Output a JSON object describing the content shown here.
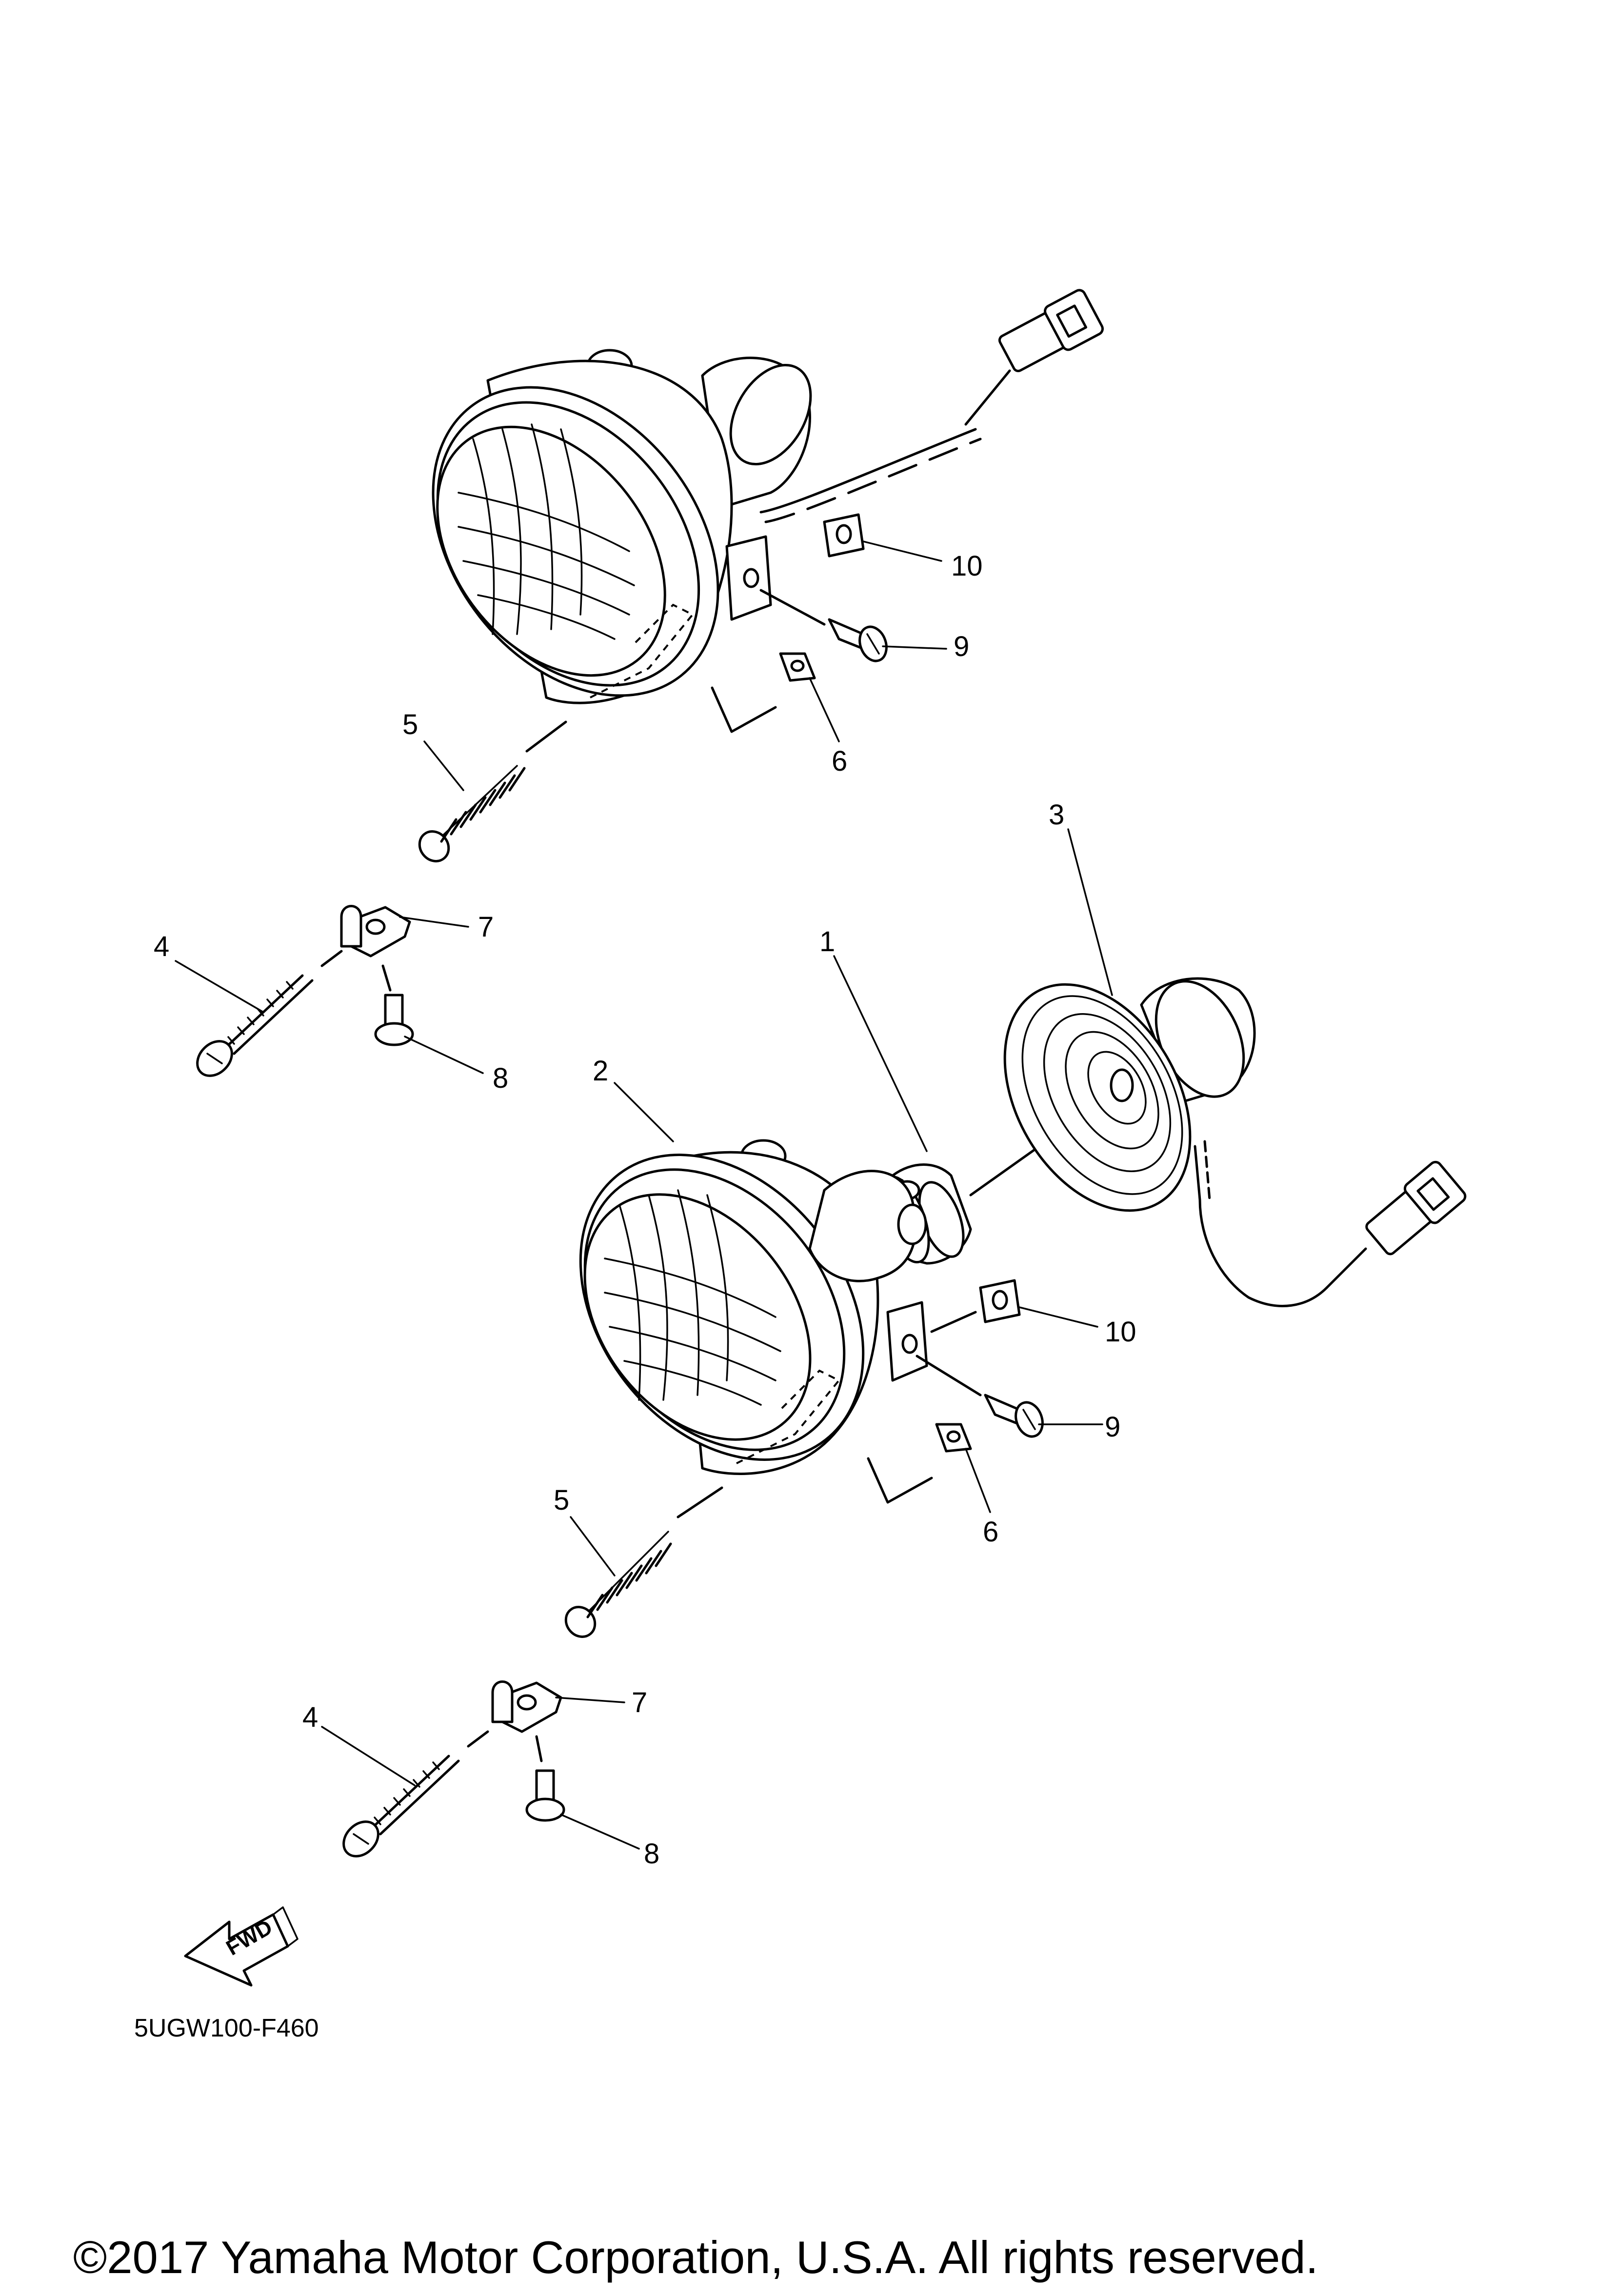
{
  "callouts": {
    "c1": "1",
    "c2": "2",
    "c3": "3",
    "c4a": "4",
    "c4b": "4",
    "c5a": "5",
    "c5b": "5",
    "c6a": "6",
    "c6b": "6",
    "c7a": "7",
    "c7b": "7",
    "c8a": "8",
    "c8b": "8",
    "c9a": "9",
    "c9b": "9",
    "c10a": "10",
    "c10b": "10"
  },
  "fwd_label": "FWD",
  "diagram_code": "5UGW100-F460",
  "copyright": "©2017 Yamaha Motor Corporation, U.S.A. All rights reserved."
}
